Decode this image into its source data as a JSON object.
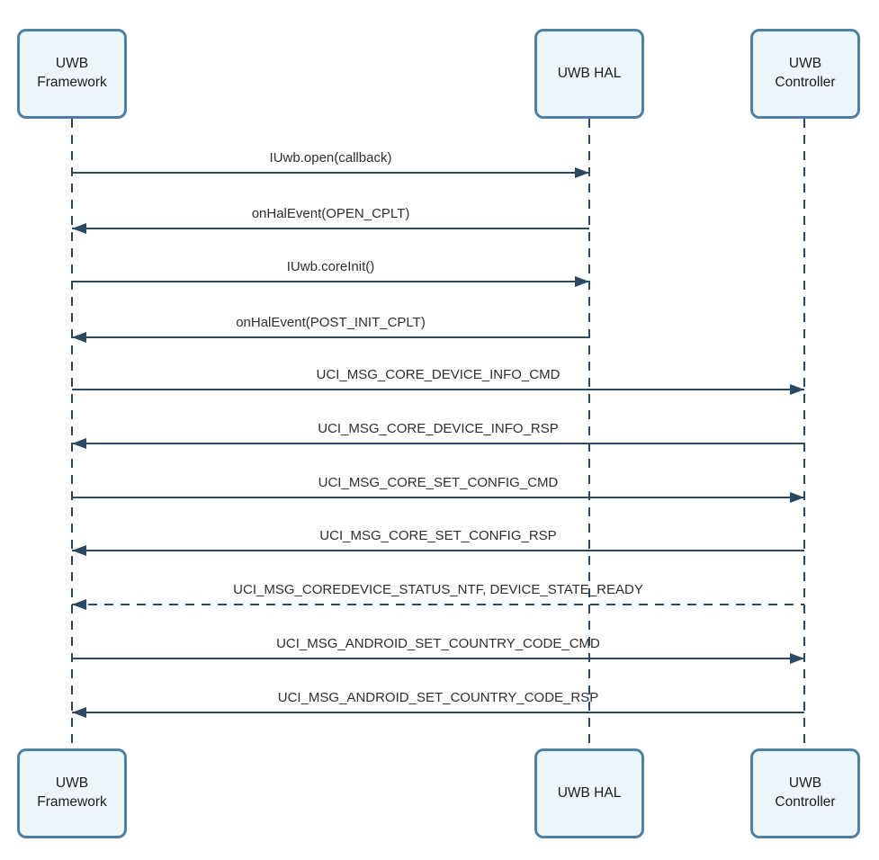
{
  "diagram": {
    "type": "sequence",
    "background": "#ffffff"
  },
  "actors": [
    {
      "id": "uwb-framework",
      "label": "UWB Framework"
    },
    {
      "id": "uwb-hal",
      "label": "UWB HAL"
    },
    {
      "id": "uwb-controller",
      "label": "UWB Controller"
    }
  ],
  "messages": [
    {
      "label": "IUwb.open(callback)",
      "from": "UWB Framework",
      "to": "UWB HAL",
      "line": "solid",
      "direction": "right"
    },
    {
      "label": "onHalEvent(OPEN_CPLT)",
      "from": "UWB HAL",
      "to": "UWB Framework",
      "line": "solid",
      "direction": "left"
    },
    {
      "label": "IUwb.coreInit()",
      "from": "UWB Framework",
      "to": "UWB HAL",
      "line": "solid",
      "direction": "right"
    },
    {
      "label": "onHalEvent(POST_INIT_CPLT)",
      "from": "UWB HAL",
      "to": "UWB Framework",
      "line": "solid",
      "direction": "left"
    },
    {
      "label": "UCI_MSG_CORE_DEVICE_INFO_CMD",
      "from": "UWB Framework",
      "to": "UWB Controller",
      "line": "solid",
      "direction": "right"
    },
    {
      "label": "UCI_MSG_CORE_DEVICE_INFO_RSP",
      "from": "UWB Controller",
      "to": "UWB Framework",
      "line": "solid",
      "direction": "left"
    },
    {
      "label": "UCI_MSG_CORE_SET_CONFIG_CMD",
      "from": "UWB Framework",
      "to": "UWB Controller",
      "line": "solid",
      "direction": "right"
    },
    {
      "label": "UCI_MSG_CORE_SET_CONFIG_RSP",
      "from": "UWB Controller",
      "to": "UWB Framework",
      "line": "solid",
      "direction": "left"
    },
    {
      "label": "UCI_MSG_COREDEVICE_STATUS_NTF, DEVICE_STATE_READY",
      "from": "UWB Controller",
      "to": "UWB Framework",
      "line": "dashed",
      "direction": "left"
    },
    {
      "label": "UCI_MSG_ANDROID_SET_COUNTRY_CODE_CMD",
      "from": "UWB Framework",
      "to": "UWB Controller",
      "line": "solid",
      "direction": "right"
    },
    {
      "label": "UCI_MSG_ANDROID_SET_COUNTRY_CODE_RSP",
      "from": "UWB Controller",
      "to": "UWB Framework",
      "line": "solid",
      "direction": "left"
    }
  ],
  "colors": {
    "actor_fill": "#edf6fc",
    "actor_border": "#4e80a7",
    "line": "#2a4a63",
    "text": "#2e2e2e"
  }
}
